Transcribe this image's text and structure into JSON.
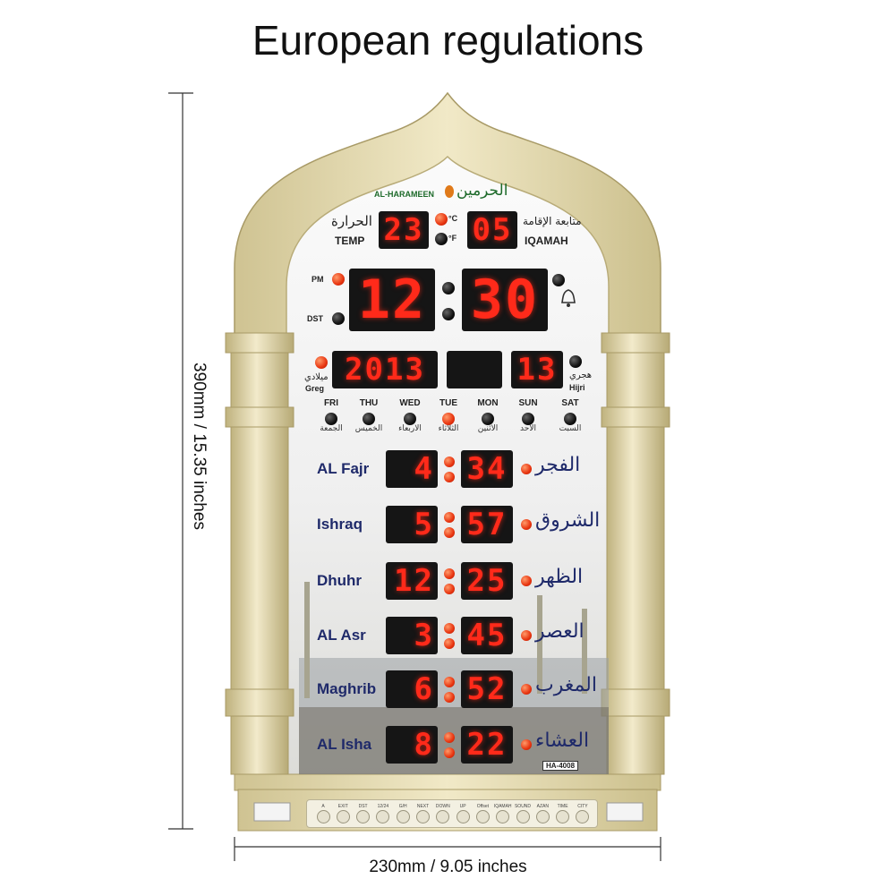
{
  "heading": "European regulations",
  "dimensions": {
    "height_label": "390mm / 15.35 inches",
    "width_label": "230mm / 9.05 inches"
  },
  "brand": {
    "en": "AL-HARAMEEN",
    "ar": "الحرمين"
  },
  "top": {
    "temp_ar": "الحرارة",
    "temp_en": "TEMP",
    "temp_value": "23",
    "unit_c": "°C",
    "unit_f": "°F",
    "iqamah_value": "05",
    "iqamah_ar": "متابعة الإقامة",
    "iqamah_en": "IQAMAH"
  },
  "clock": {
    "pm": "PM",
    "dst": "DST",
    "hour": "12",
    "minute": "30"
  },
  "date": {
    "greg_ar": "ميلادي",
    "greg_en": "Greg",
    "year": "2013",
    "hijri_day": "13",
    "hijri_ar": "هجري",
    "hijri_en": "Hijri"
  },
  "days": [
    {
      "en": "FRI",
      "ar": "الجمعة",
      "active": false
    },
    {
      "en": "THU",
      "ar": "الخميس",
      "active": false
    },
    {
      "en": "WED",
      "ar": "الاربعاء",
      "active": false
    },
    {
      "en": "TUE",
      "ar": "الثلاثاء",
      "active": true
    },
    {
      "en": "MON",
      "ar": "الاثنين",
      "active": false
    },
    {
      "en": "SUN",
      "ar": "الاحد",
      "active": false
    },
    {
      "en": "SAT",
      "ar": "السبت",
      "active": false
    }
  ],
  "prayers": [
    {
      "en": "AL Fajr",
      "ar": "الفجر",
      "hour": "4",
      "minute": "34"
    },
    {
      "en": "Ishraq",
      "ar": "الشروق",
      "hour": "5",
      "minute": "57"
    },
    {
      "en": "Dhuhr",
      "ar": "الظهر",
      "hour": "12",
      "minute": "25"
    },
    {
      "en": "AL Asr",
      "ar": "العصر",
      "hour": "3",
      "minute": "45"
    },
    {
      "en": "Maghrib",
      "ar": "المغرب",
      "hour": "6",
      "minute": "52"
    },
    {
      "en": "AL Isha",
      "ar": "العشاء",
      "hour": "8",
      "minute": "22"
    }
  ],
  "model": "HA-4008",
  "buttons": [
    "A",
    "EXIT",
    "DST",
    "12/24",
    "G/H",
    "NEXT",
    "DOWN",
    "UP",
    "Offset",
    "IQAMAH",
    "SOUND",
    "AZAN",
    "TIME",
    "CITY"
  ],
  "colors": {
    "frame": "#e6dcb4",
    "led": "#ff2a1a",
    "text_blue": "#1f2a6a"
  }
}
